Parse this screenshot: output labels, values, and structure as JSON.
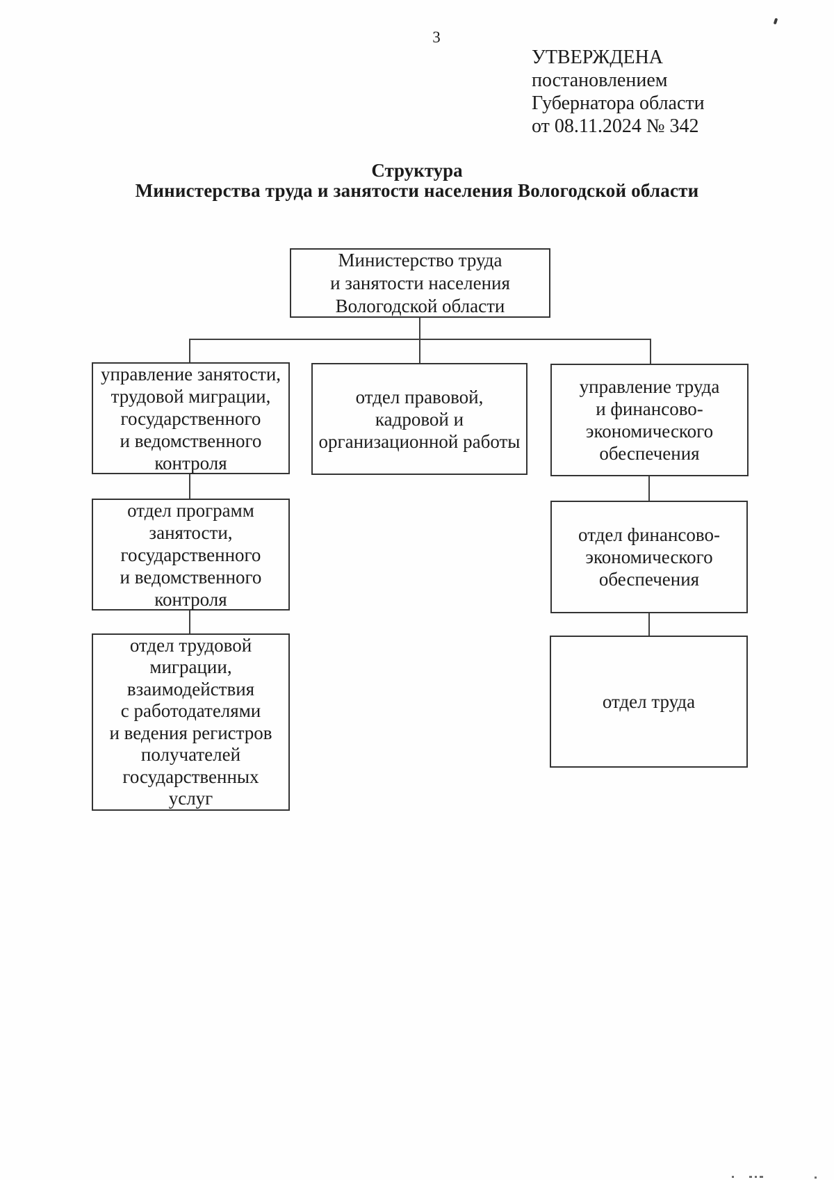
{
  "page": {
    "number": "3"
  },
  "approval_block": {
    "text": "УТВЕРЖДЕНА\nпостановлением\nГубернатора области\nот 08.11.2024 № 342"
  },
  "title": {
    "line1": "Структура",
    "line2": "Министерства труда и занятости населения Вологодской области"
  },
  "org_chart": {
    "root": "Министерство труда\nи занятости населения\nВологодской области",
    "employment_directorate": "управление занятости,\nтрудовой миграции,\nгосударственного\nи ведомственного\nконтроля",
    "legal_department": "отдел правовой,\nкадровой и\nорганизационной работы",
    "labor_finance_directorate": "управление труда\nи финансово-\nэкономического\nобеспечения",
    "employment_programs_department": "отдел программ\nзанятости,\nгосударственного\nи ведомственного\nконтроля",
    "labor_migration_department": "отдел трудовой\nмиграции,\nвзаимодействия\nс работодателями\nи ведения регистров\nполучателей\nгосударственных\nуслуг",
    "finance_department": "отдел финансово-\nэкономического\nобеспечения",
    "labor_department": "отдел труда"
  }
}
